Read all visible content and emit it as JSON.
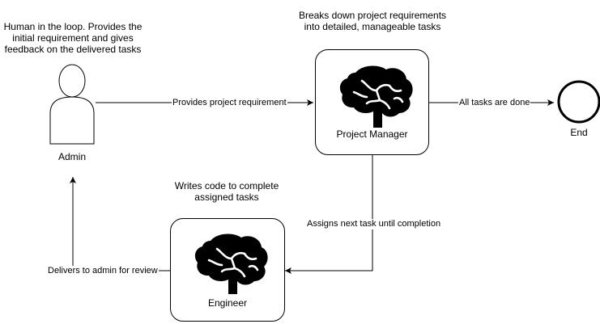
{
  "admin": {
    "note_lines": [
      "Human in the loop. Provides the",
      "initial requirement and gives",
      "feedback on the delivered tasks"
    ],
    "name": "Admin",
    "icon": "person-icon"
  },
  "project_manager": {
    "note_lines": [
      "Breaks down project requirements",
      "into detailed, manageable tasks"
    ],
    "name": "Project Manager",
    "icon": "brain-icon"
  },
  "engineer": {
    "note_lines": [
      "Writes code to complete",
      "assigned tasks"
    ],
    "name": "Engineer",
    "icon": "brain-icon"
  },
  "end": {
    "name": "End",
    "icon": "end-circle"
  },
  "edges": {
    "admin_to_pm": "Provides project requirement",
    "pm_to_end": "All tasks are done",
    "pm_to_engineer": "Assigns next task until completion",
    "engineer_to_admin": "Delivers to admin for review"
  }
}
